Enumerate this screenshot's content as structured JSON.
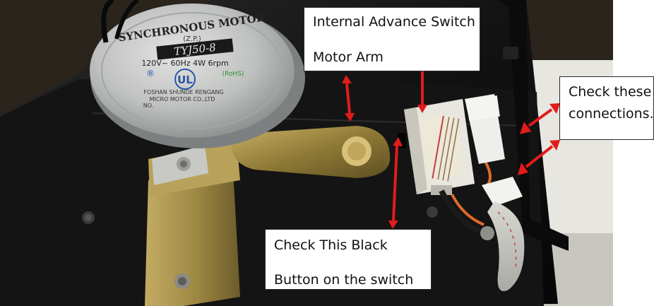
{
  "motor_label": {
    "brand_arc": "SYNCHRONOUS MOTOR",
    "zp": "(Z.P.)",
    "model": "TYJ50-8",
    "rating": "120V~ 60Hz 4W 6rpm",
    "rohs": "(RoHS)",
    "maker_line1": "FOSHAN SHUNDE RENGANG",
    "maker_line2": "MICRO MOTOR CO.,LTD",
    "maker_line3": "NO."
  },
  "callouts": {
    "switch_motor": {
      "line1": "Internal Advance Switch",
      "line2": "Motor Arm"
    },
    "connections": {
      "line1": "Check these",
      "line2": "connections."
    },
    "button": {
      "line1": "Check This Black",
      "line2": "Button on the switch"
    }
  },
  "colors": {
    "arrow": "#e21b1b",
    "plate": "#111111",
    "motor_housing": "#b9bbbb",
    "bracket": "#a88f3e"
  }
}
